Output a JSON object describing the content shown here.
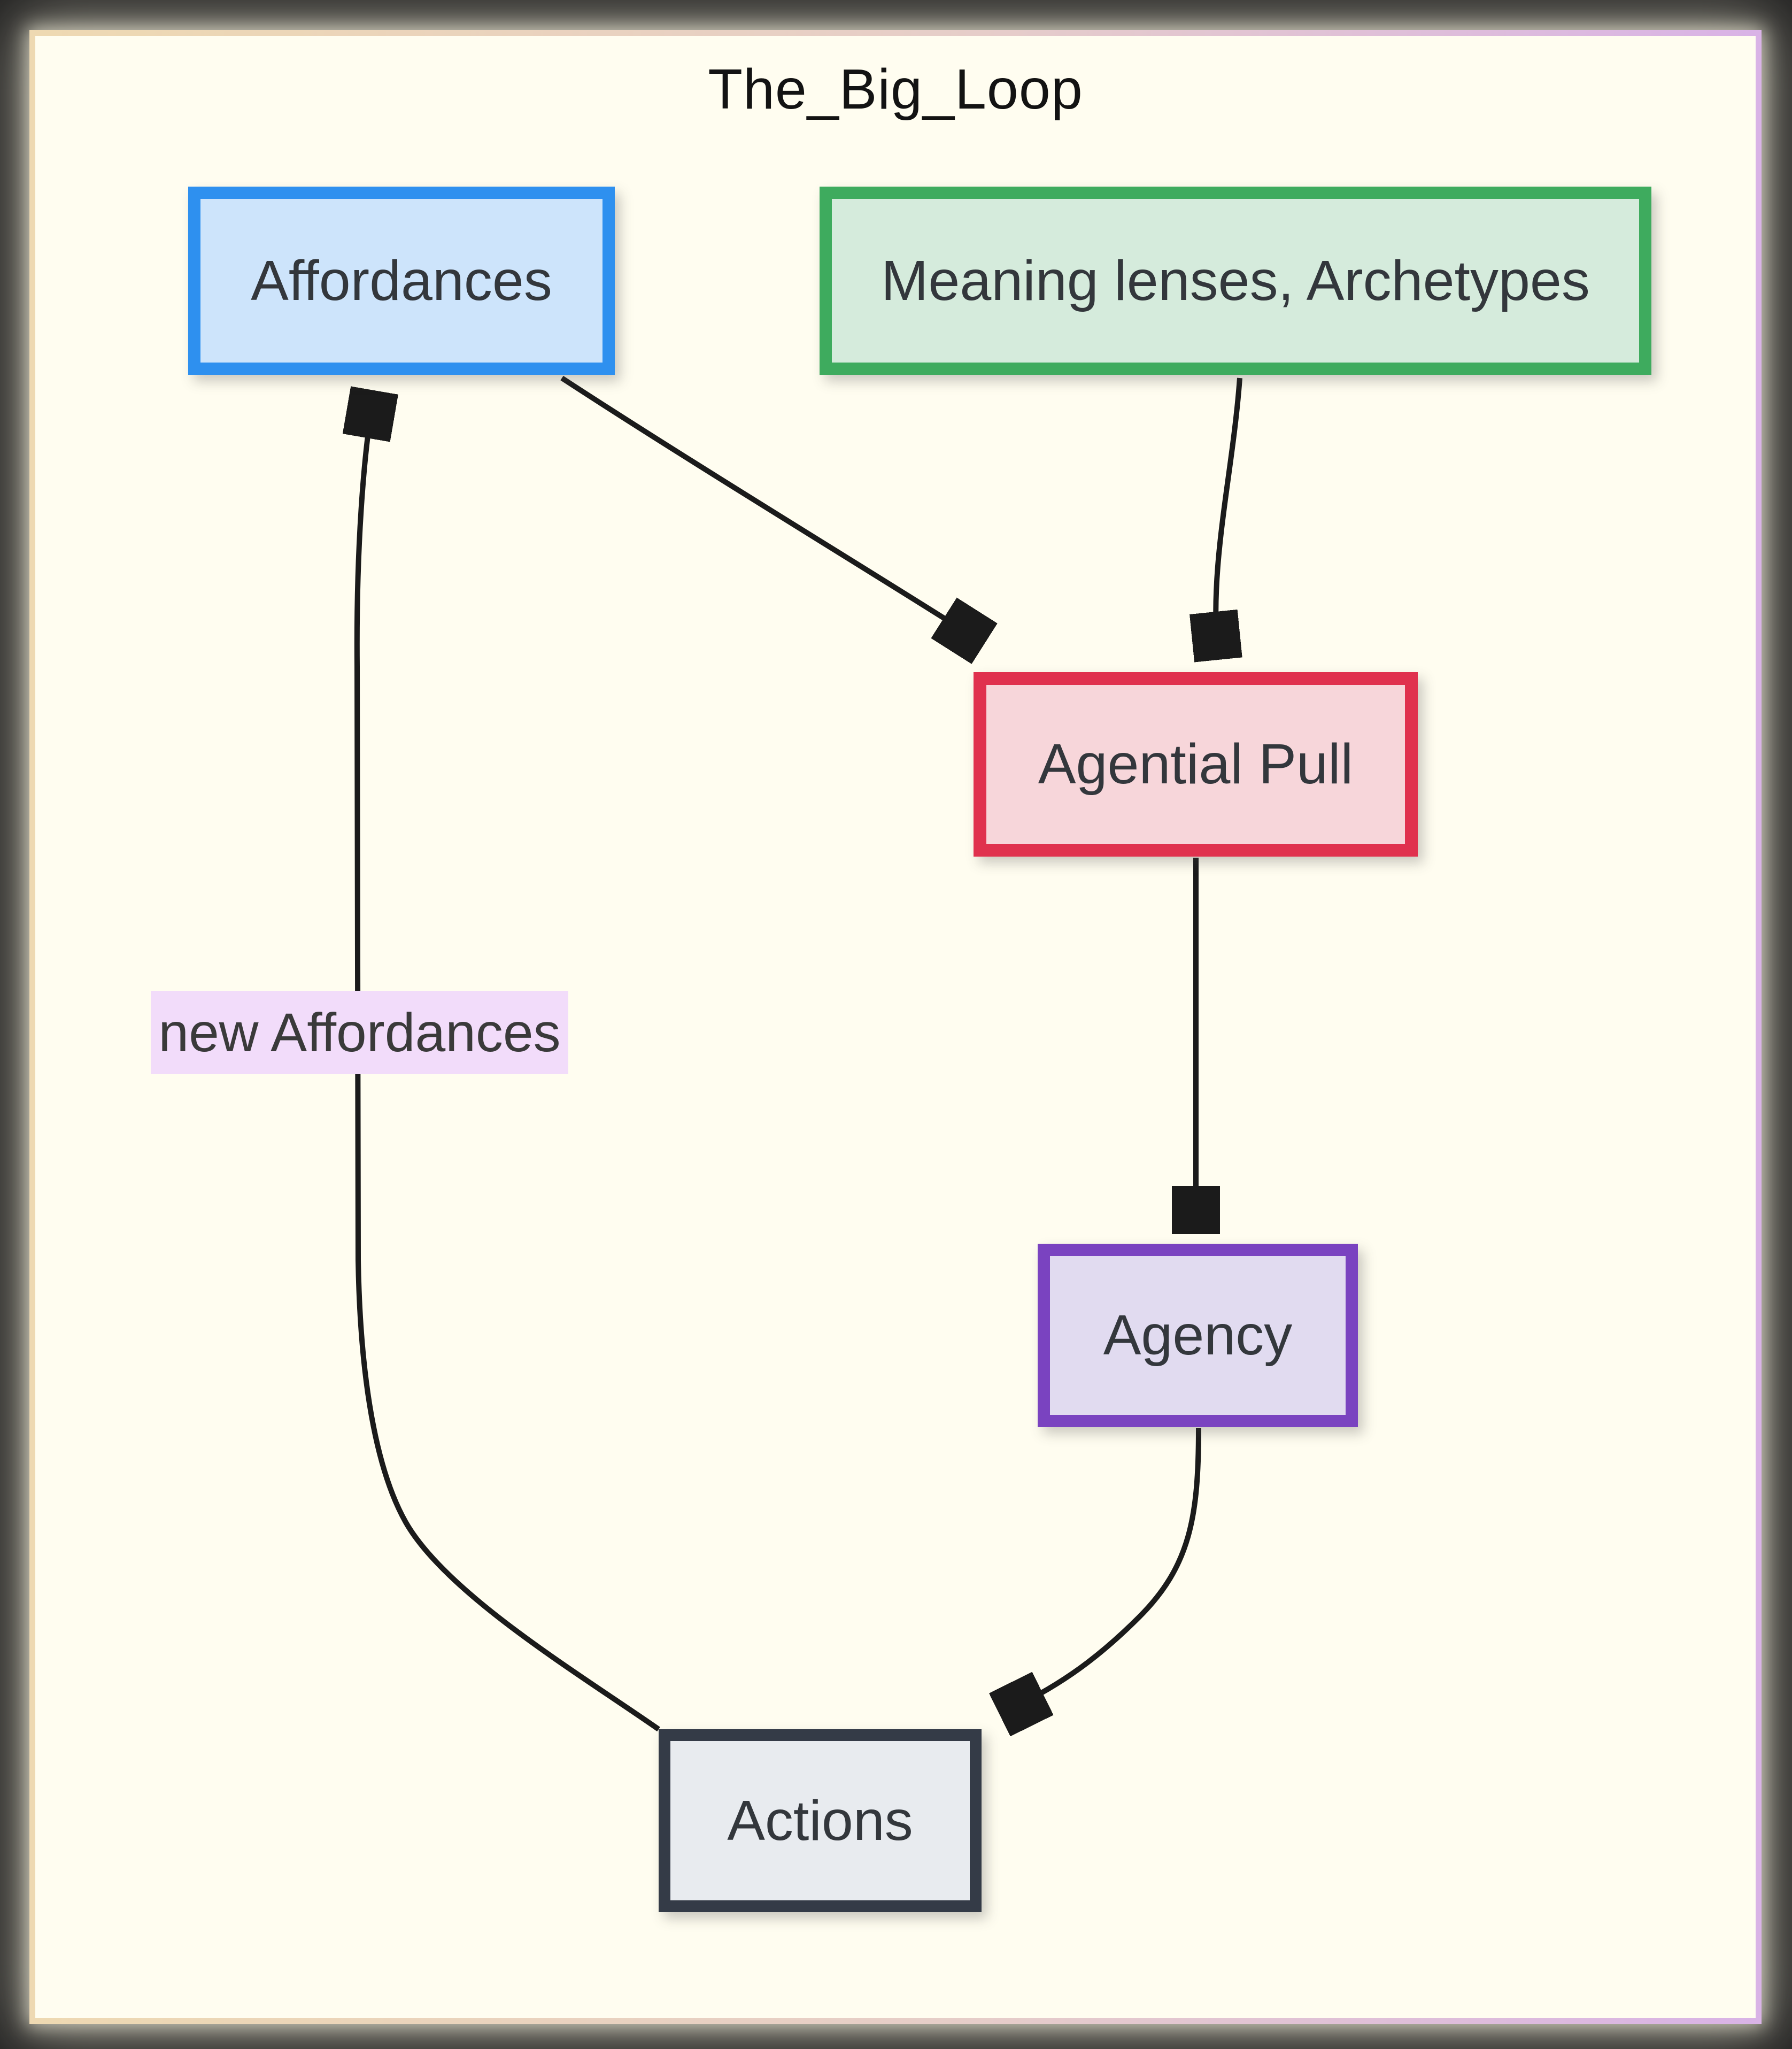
{
  "title": "The_Big_Loop",
  "diagram": {
    "type": "flowchart",
    "background_color": "#fffdf0",
    "frame_color": "#1f1f1f",
    "frame_border_gradient": [
      "#eed9b2",
      "#d9b3e6"
    ],
    "edge_color": "#1b1b1b"
  },
  "nodes": [
    {
      "id": "affordances",
      "label": "Affordances",
      "fill": "#cde4fb",
      "border_color": "#2e90ef"
    },
    {
      "id": "meaning-lenses-archetypes",
      "label": "Meaning lenses, Archetypes",
      "fill": "#d5ebdc",
      "border_color": "#3eab5e"
    },
    {
      "id": "agential-pull",
      "label": "Agential Pull",
      "fill": "#f7d6da",
      "border_color": "#e0314e"
    },
    {
      "id": "agency",
      "label": "Agency",
      "fill": "#e1dbf0",
      "border_color": "#7a43c0"
    },
    {
      "id": "actions",
      "label": "Actions",
      "fill": "#e8ebef",
      "border_color": "#343b47"
    }
  ],
  "edges": [
    {
      "from": "Affordances",
      "to": "Agential Pull",
      "label": ""
    },
    {
      "from": "Meaning lenses, Archetypes",
      "to": "Agential Pull",
      "label": ""
    },
    {
      "from": "Agential Pull",
      "to": "Agency",
      "label": ""
    },
    {
      "from": "Agency",
      "to": "Actions",
      "label": ""
    },
    {
      "from": "Actions",
      "to": "Affordances",
      "label": "new Affordances"
    }
  ]
}
